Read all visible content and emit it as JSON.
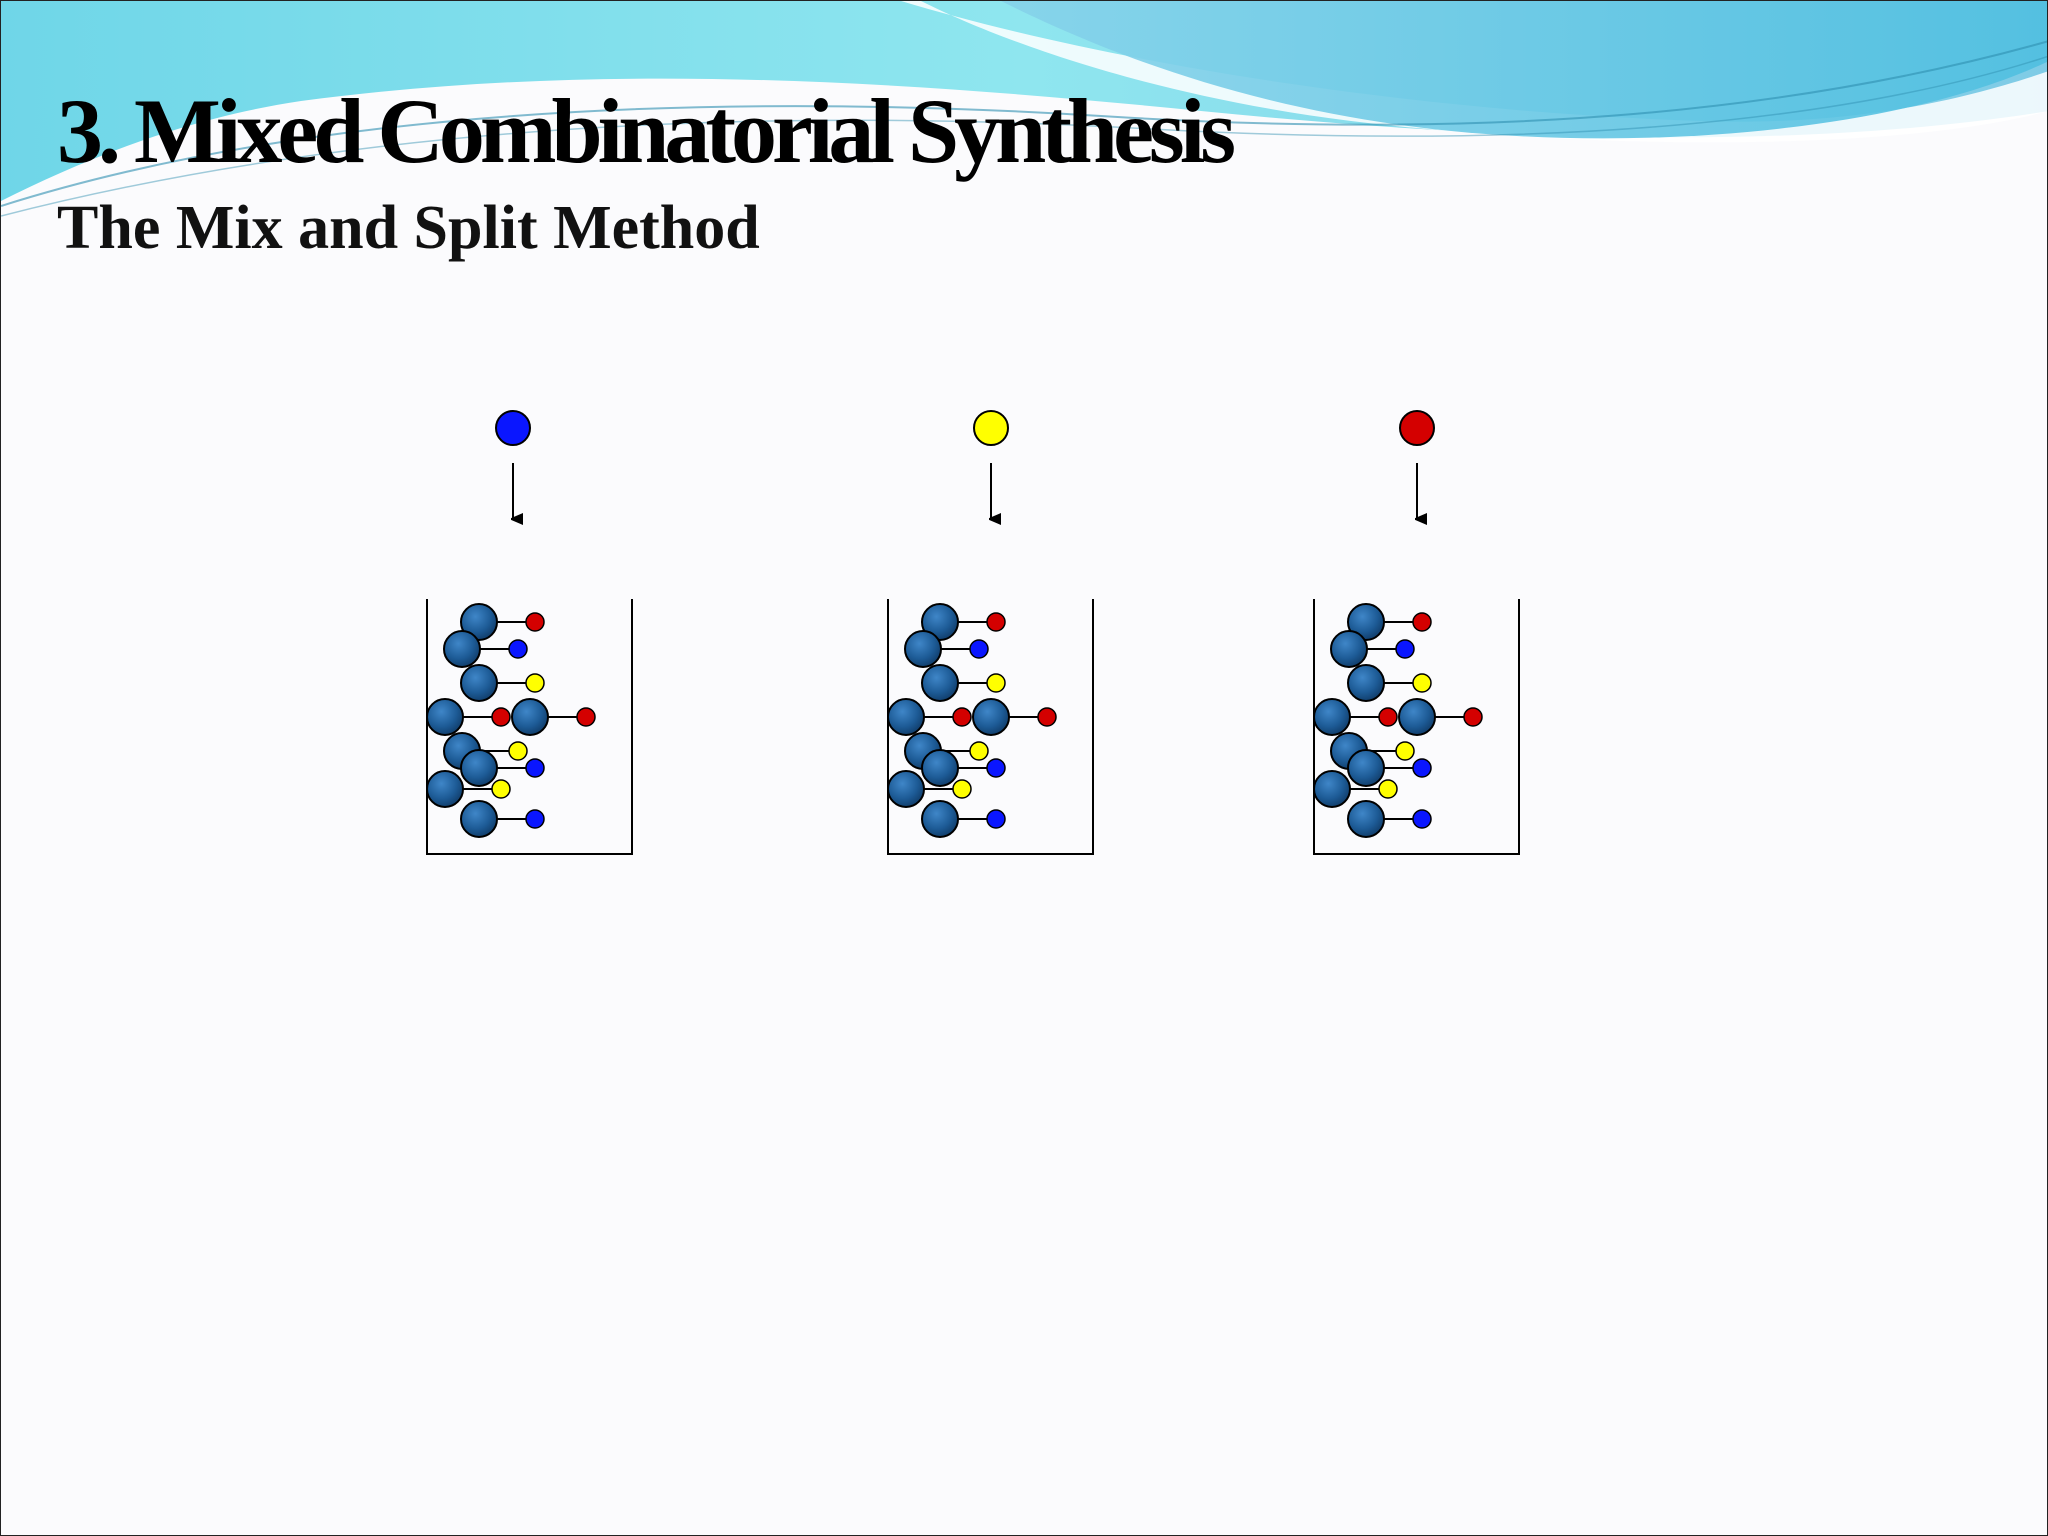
{
  "slide": {
    "title": "3. Mixed Combinatorial Synthesis",
    "subtitle": "The Mix and Split Method"
  },
  "colors": {
    "banner_light": "#8fe6ef",
    "banner_mid": "#5fc3dd",
    "banner_dark": "#3aa8c8",
    "bead": "#1d5b96",
    "reagent_blue": "#0a16ff",
    "reagent_yellow": "#ffff00",
    "reagent_red": "#d40000"
  },
  "diagram": {
    "reagents": [
      "blue",
      "yellow",
      "red"
    ],
    "vessels": [
      {
        "name": "vessel-1",
        "added_reagent": "blue"
      },
      {
        "name": "vessel-2",
        "added_reagent": "yellow"
      },
      {
        "name": "vessel-3",
        "added_reagent": "red"
      }
    ],
    "vessel_contents": [
      "red",
      "blue",
      "yellow",
      "red",
      "red",
      "yellow",
      "blue",
      "yellow",
      "blue"
    ]
  }
}
